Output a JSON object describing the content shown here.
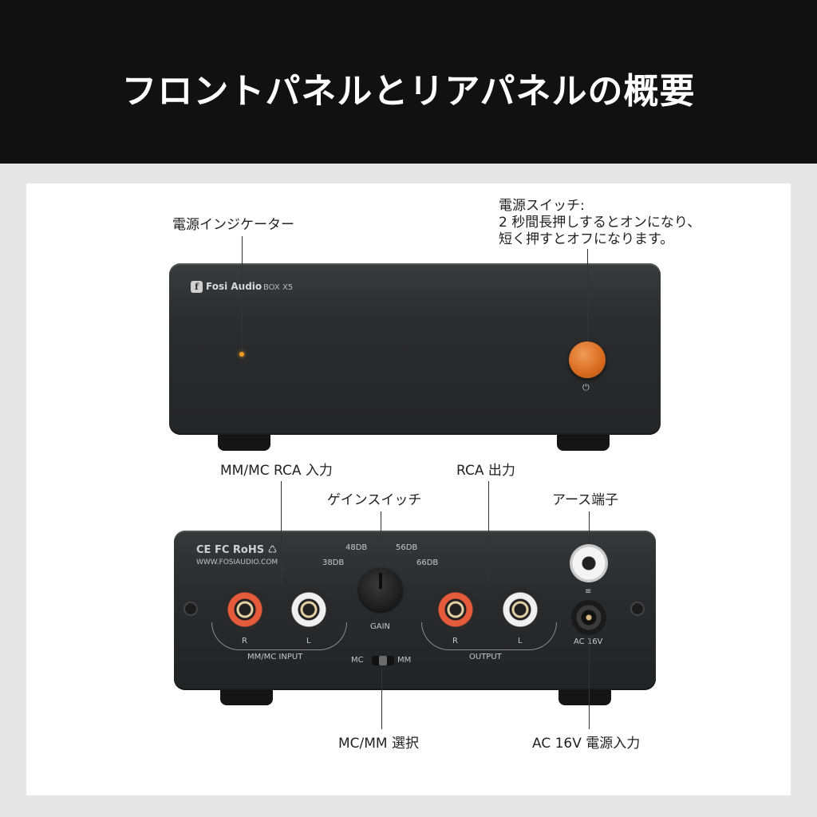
{
  "header": {
    "title": "フロントパネルとリアパネルの概要"
  },
  "front_panel": {
    "brand_logo": "f",
    "brand_name": "Fosi Audio",
    "model": "BOX X5",
    "power_symbol": "⏻",
    "led_color": "#f29a1e",
    "button_color": "#d86a1e"
  },
  "callouts": {
    "indicator": "電源インジケーター",
    "power_switch": [
      "電源スイッチ:",
      "2 秒間長押しするとオンになり、",
      "短く押すとオフになります。"
    ],
    "rca_input": "MM/MC RCA 入力",
    "gain_switch": "ゲインスイッチ",
    "rca_output": "RCA 出力",
    "ground": "アース端子",
    "mc_mm_select": "MC/MM 選択",
    "ac_input": "AC 16V 電源入力"
  },
  "rear_panel": {
    "certs": "CE FC RoHS ♺",
    "website": "WWW.FOSIAUDIO.COM",
    "gain_levels": [
      "38DB",
      "48DB",
      "56DB",
      "66DB"
    ],
    "gain_label": "GAIN",
    "input_channels": [
      "R",
      "L"
    ],
    "input_label": "MM/MC INPUT",
    "output_channels": [
      "R",
      "L"
    ],
    "output_label": "OUTPUT",
    "switch_left": "MC",
    "switch_right": "MM",
    "ac_label": "AC 16V"
  }
}
